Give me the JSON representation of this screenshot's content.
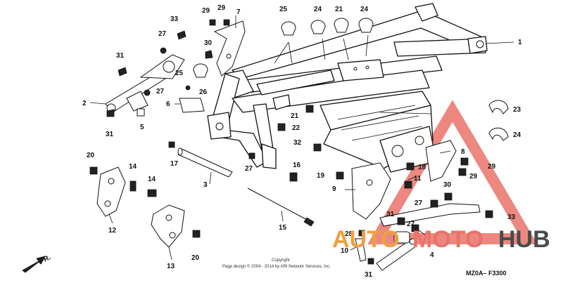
{
  "diagram": {
    "callouts": {
      "c1": "1",
      "c2": "2",
      "c3": "3",
      "c4": "4",
      "c5": "5",
      "c6": "6",
      "c7": "7",
      "c8": "8",
      "c9": "9",
      "c10": "10",
      "c11": "11",
      "c12": "12",
      "c13": "13",
      "c14a": "14",
      "c14b": "14",
      "c15": "15",
      "c16": "16",
      "c17": "17",
      "c18": "18",
      "c19": "19",
      "c20a": "20",
      "c20b": "20",
      "c21a": "21",
      "c21b": "21",
      "c22": "22",
      "c23": "23",
      "c24a": "24",
      "c24b": "24",
      "c24c": "24",
      "c25a": "25",
      "c25b": "25",
      "c26": "26",
      "c27a": "27",
      "c27b": "27",
      "c27c": "27",
      "c27d": "27",
      "c27e": "27",
      "c28": "28",
      "c29a": "29",
      "c29b": "29",
      "c29c": "29",
      "c30a": "30",
      "c30b": "30",
      "c31a": "31",
      "c31b": "31",
      "c31c": "31",
      "c31d": "31",
      "c32": "32",
      "c33a": "33",
      "c33b": "33"
    },
    "front_indicator": "FR.",
    "diagram_code": "MZ0A– F3300",
    "copyright_line1": "Copyright",
    "copyright_line2": "Page design © 2004 - 2014 by ARI Network Services, Inc."
  },
  "watermark": {
    "word1": "AUTO",
    "word2": "MOTO",
    "word3": "HUB",
    "color_orange": "#f0a040",
    "color_red": "#e9736a",
    "color_dark": "#4a4a4a"
  }
}
